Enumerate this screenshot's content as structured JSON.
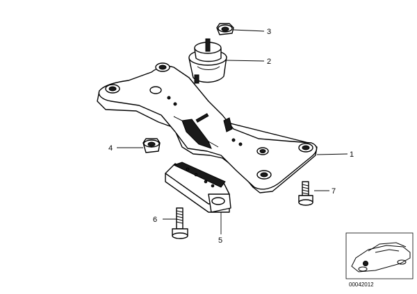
{
  "callouts": [
    {
      "id": "1",
      "label": "1"
    },
    {
      "id": "2",
      "label": "2"
    },
    {
      "id": "3",
      "label": "3"
    },
    {
      "id": "4",
      "label": "4"
    },
    {
      "id": "5",
      "label": "5"
    },
    {
      "id": "6",
      "label": "6"
    },
    {
      "id": "7",
      "label": "7"
    }
  ],
  "thumbnail": {
    "code": "00042012",
    "icon": "car-location-thumbnail"
  },
  "colors": {
    "line": "#000000",
    "background": "#ffffff"
  }
}
